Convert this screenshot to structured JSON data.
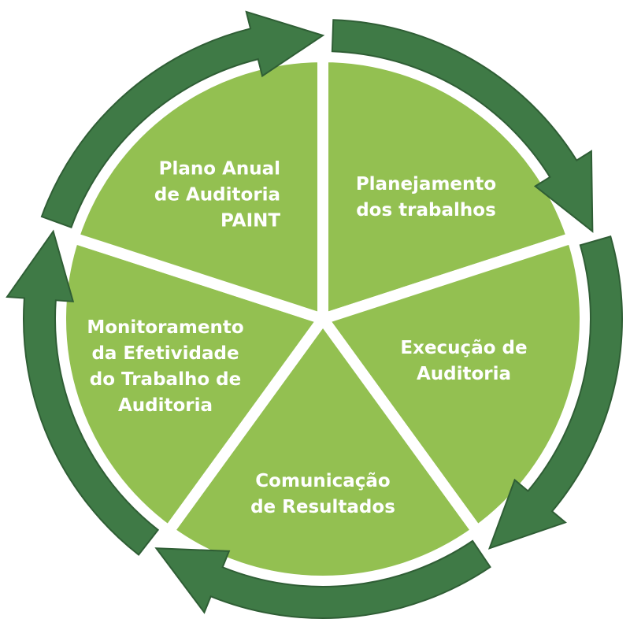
{
  "colors": {
    "sector": "#93c051",
    "arrow": "#3f7a46",
    "arrow_stroke": "#2f5e35",
    "gap": "#ffffff",
    "text": "#ffffff"
  },
  "steps": [
    {
      "lines": [
        "Planejamento",
        "dos trabalhos"
      ]
    },
    {
      "lines": [
        "Execução de",
        "Auditoria"
      ]
    },
    {
      "lines": [
        "Comunicação",
        "de Resultados"
      ]
    },
    {
      "lines": [
        "Monitoramento",
        "da Efetividade",
        "do Trabalho de",
        "Auditoria"
      ]
    },
    {
      "lines": [
        "Plano Anual",
        "de Auditoria",
        "PAINT"
      ]
    }
  ]
}
